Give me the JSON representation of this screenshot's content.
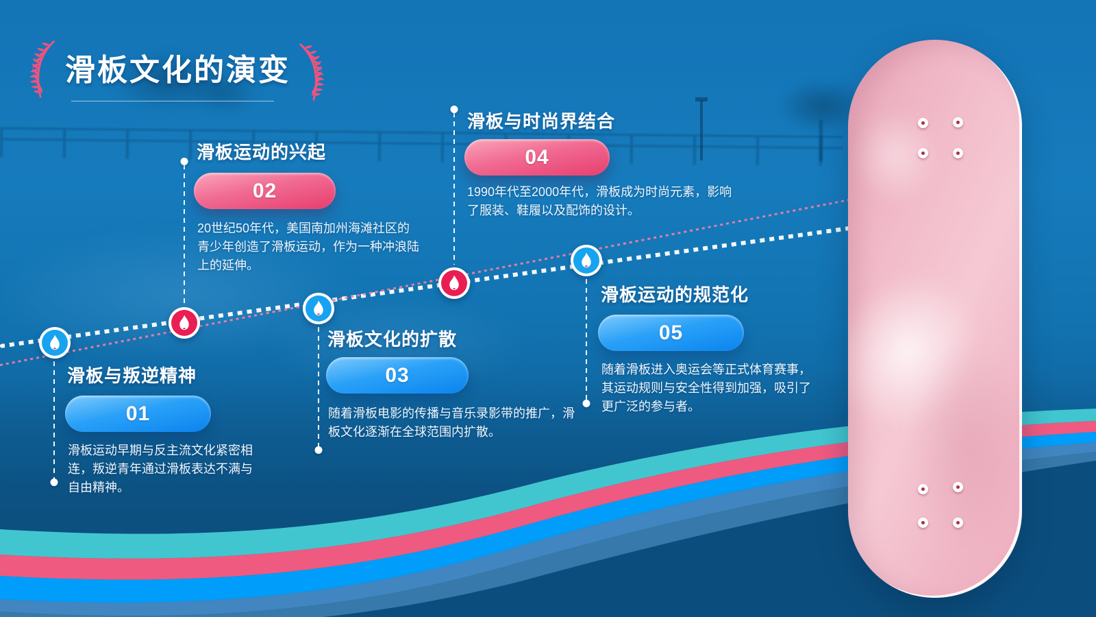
{
  "header": {
    "title": "滑板文化的演变"
  },
  "milestones": [
    {
      "number": "01",
      "title": "滑板与叛逆精神",
      "accent": "blue",
      "description": "滑板运动早期与反主流文化紧密相连，叛逆青年通过滑板表达不满与自由精神。",
      "icon": "torch-flame-icon"
    },
    {
      "number": "02",
      "title": "滑板运动的兴起",
      "accent": "pink",
      "description": "20世纪50年代，美国南加州海滩社区的青少年创造了滑板运动，作为一种冲浪陆上的延伸。",
      "icon": "torch-flame-icon"
    },
    {
      "number": "03",
      "title": "滑板文化的扩散",
      "accent": "blue",
      "description": "随着滑板电影的传播与音乐录影带的推广，滑板文化逐渐在全球范围内扩散。",
      "icon": "torch-flame-icon"
    },
    {
      "number": "04",
      "title": "滑板与时尚界结合",
      "accent": "pink",
      "description": "1990年代至2000年代，滑板成为时尚元素，影响了服装、鞋履以及配饰的设计。",
      "icon": "torch-flame-icon"
    },
    {
      "number": "05",
      "title": "滑板运动的规范化",
      "accent": "blue",
      "description": "随着滑板进入奥运会等正式体育赛事，其运动规则与安全性得到加强，吸引了更广泛的参与者。",
      "icon": "torch-flame-icon"
    }
  ],
  "colors": {
    "background_blue": "#1374b6",
    "accent_blue": "#0a84ef",
    "accent_pink": "#e83e6e",
    "badge_blue": "#17a3ef",
    "badge_red": "#e91e53",
    "wave_teal": "#41c6cf",
    "wave_pink": "#ef5a80",
    "wave_bright_blue": "#009dfa",
    "wave_steel_blue": "#4186c0",
    "wave_steel_dark": "#3779ab",
    "wave_navy": "#0b4e7e",
    "skateboard_pink": "#f1b9c7",
    "laurel_pink": "#f0537d"
  }
}
